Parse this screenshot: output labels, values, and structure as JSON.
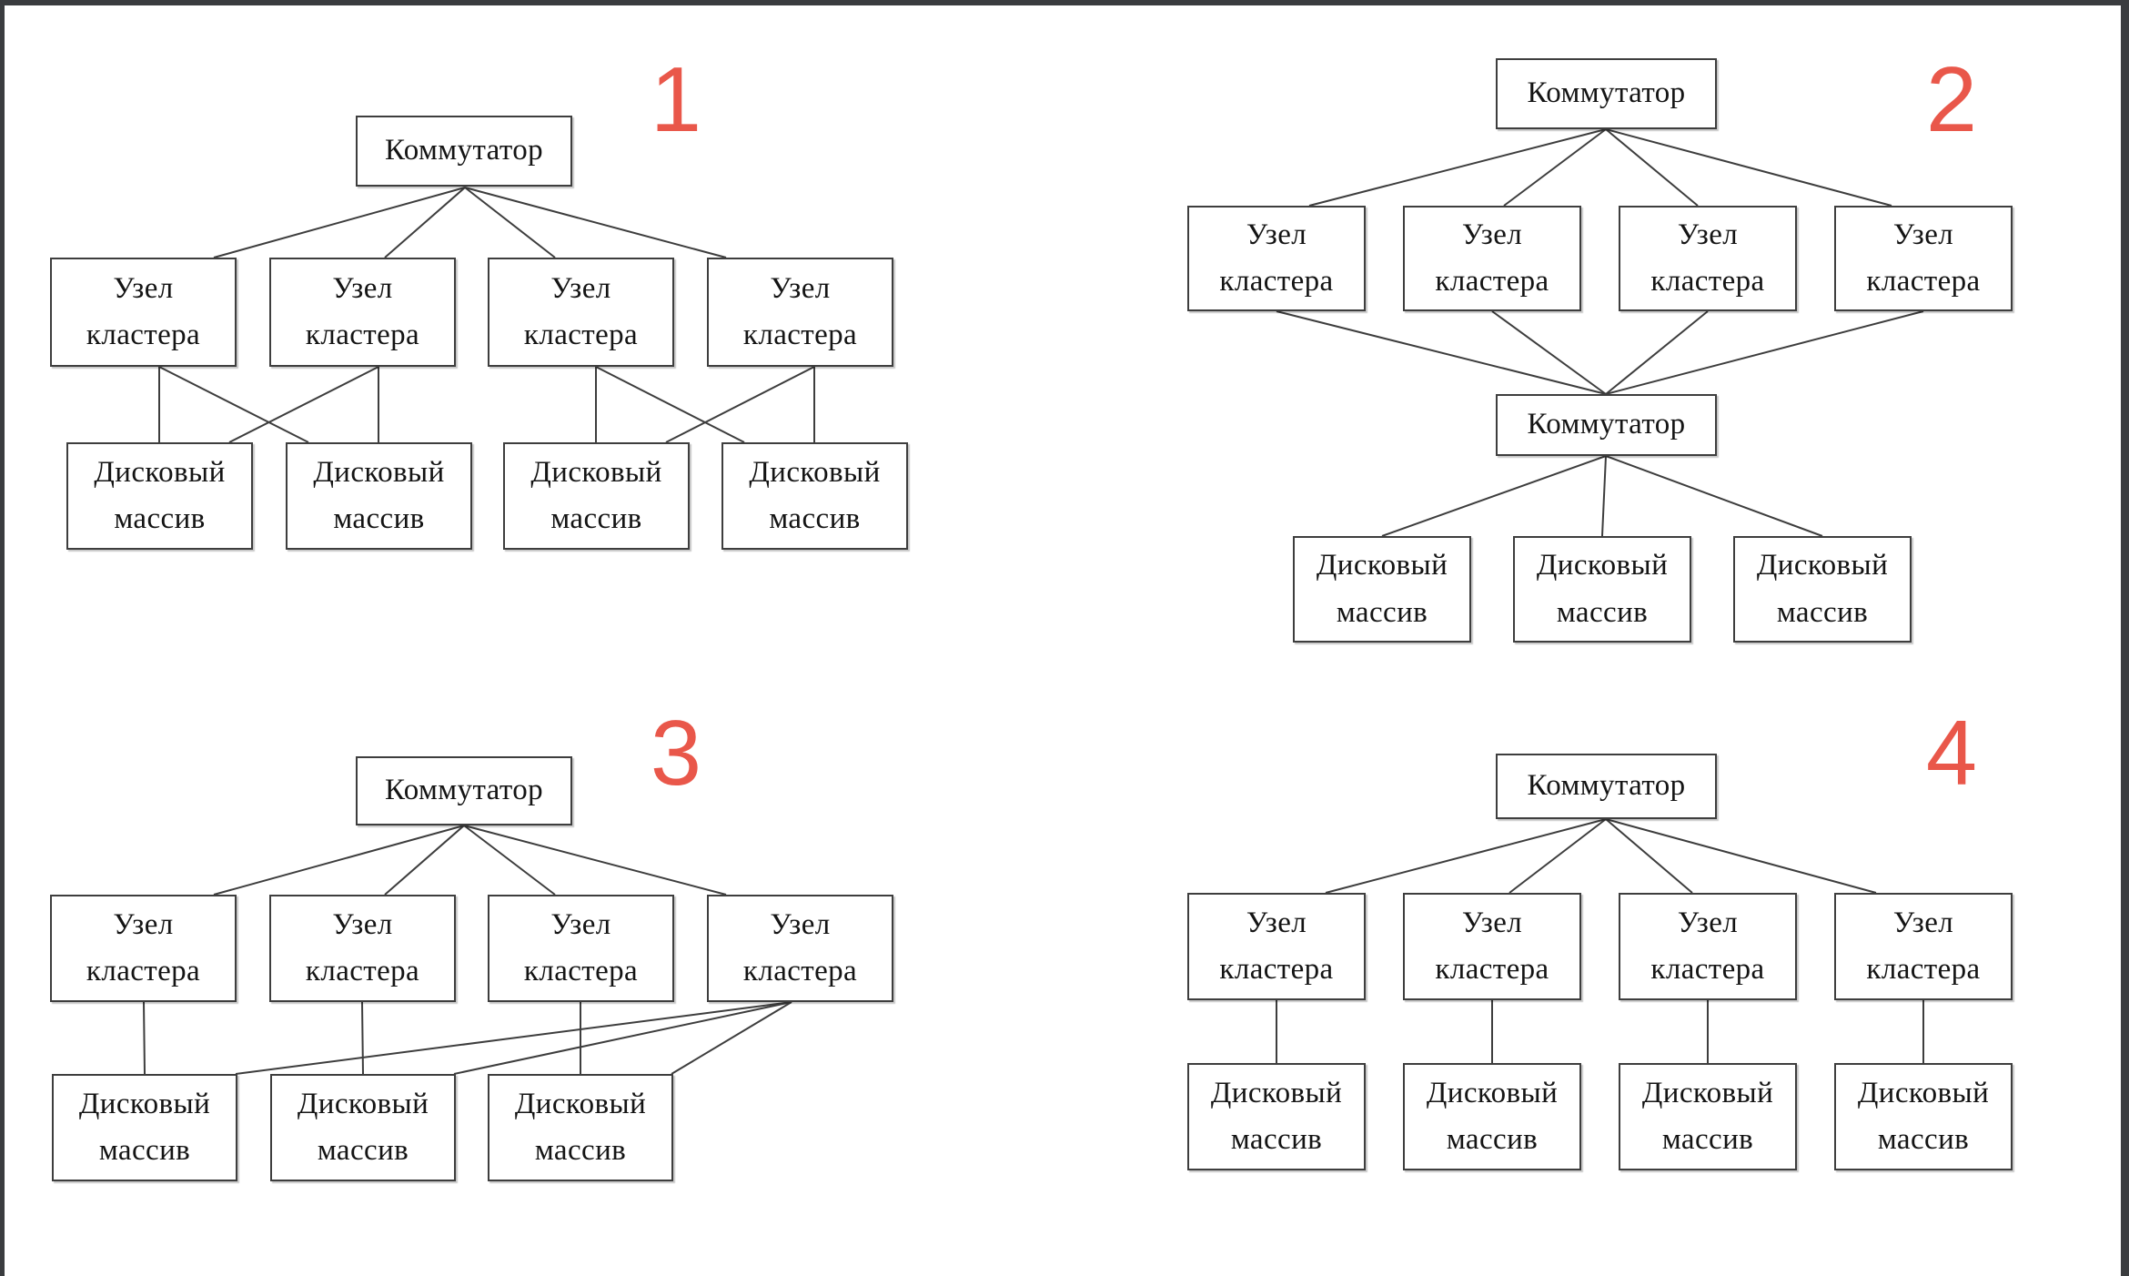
{
  "page": {
    "background": "#ffffff",
    "frame_color": "#3a3c3f"
  },
  "colors": {
    "number_red": "#e9574a",
    "box_border": "#3e3e3e",
    "connector_line": "#3d3d3d",
    "text": "#141414"
  },
  "labels": {
    "switch": "Коммутатор",
    "node_line1": "Узел",
    "node_line2": "кластера",
    "disk_line1": "Дисковый",
    "disk_line2": "массив"
  },
  "diagrams": [
    {
      "number": "1",
      "switch_count": 1,
      "node_count": 4,
      "disk_array_count": 4
    },
    {
      "number": "2",
      "switch_count": 2,
      "node_count": 4,
      "disk_array_count": 3
    },
    {
      "number": "3",
      "switch_count": 1,
      "node_count": 4,
      "disk_array_count": 3
    },
    {
      "number": "4",
      "switch_count": 1,
      "node_count": 4,
      "disk_array_count": 4
    }
  ]
}
